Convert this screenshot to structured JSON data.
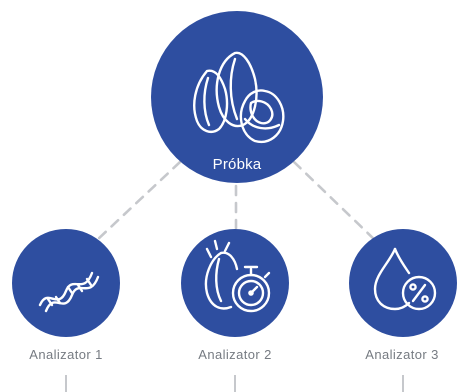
{
  "diagram": {
    "colors": {
      "node_fill": "#2e4ea0",
      "icon_stroke": "#ffffff",
      "connector": "#c6c8cc",
      "label_text": "#767b82"
    },
    "root": {
      "label": "Próbka",
      "icon": "pistachio-nuts-icon"
    },
    "children": [
      {
        "label": "Analizator 1",
        "icon": "dna-helix-icon"
      },
      {
        "label": "Analizator 2",
        "icon": "nut-stopwatch-icon"
      },
      {
        "label": "Analizator 3",
        "icon": "drop-percent-icon"
      }
    ]
  }
}
